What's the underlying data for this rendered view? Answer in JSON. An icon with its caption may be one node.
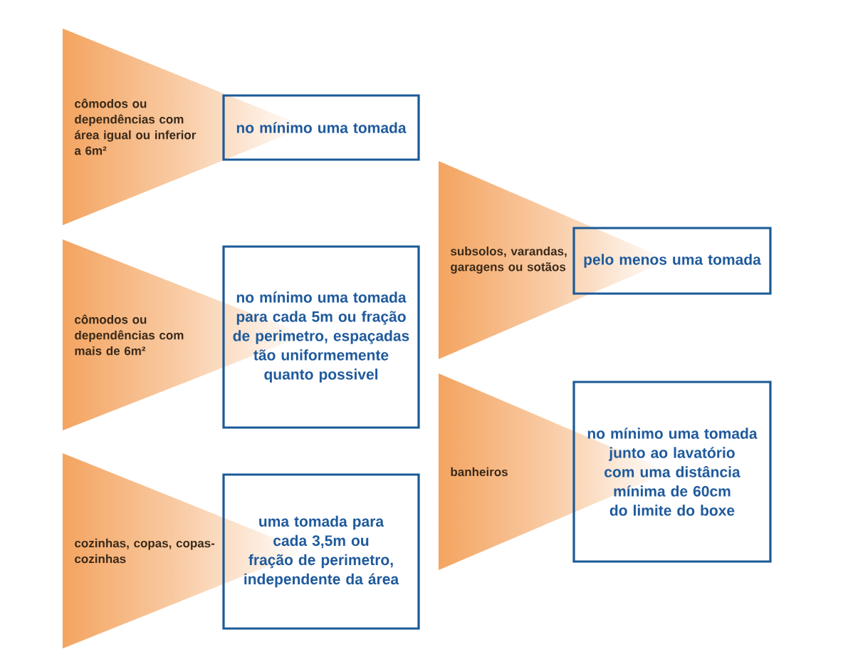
{
  "diagram": {
    "nodes": [
      {
        "text": [
          "cômodos ou dependências com área igual ou inferior a 6m²"
        ]
      },
      {
        "text": [
          "no mínimo uma tomada"
        ]
      },
      {
        "text": [
          "cômodos ou dependências com mais de 6m²"
        ]
      },
      {
        "text": [
          "no mínimo uma tomada para cada 5m ou fração de perimetro, espaçadas tão uniformemente quanto possivel"
        ]
      },
      {
        "text": [
          "cozinhas, copas, copas-cozinhas"
        ]
      },
      {
        "text": [
          "uma tomada para cada 3,5m ou fração de perimetro, independente da área"
        ]
      },
      {
        "text": [
          "subsolos, varandas, garagens ou sotãos"
        ]
      },
      {
        "text": [
          "pelo menos uma tomada"
        ]
      },
      {
        "text": [
          "banheiros"
        ]
      },
      {
        "text": [
          "no mínimo uma tomada junto ao lavatório com uma distância mínima de 60cm do limite do boxe"
        ]
      }
    ]
  }
}
